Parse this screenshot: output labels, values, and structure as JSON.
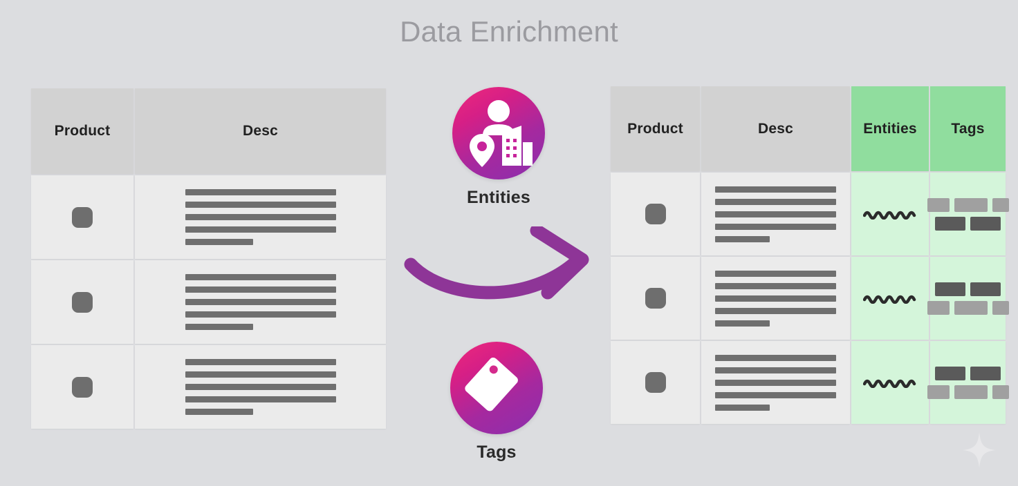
{
  "page": {
    "title": "Data Enrichment",
    "background_color": "#dcdde0",
    "title_color": "#9b9ba0"
  },
  "source_table": {
    "name": "source-table",
    "headers": [
      "Product",
      "Desc"
    ],
    "header_color": "#d2d2d2",
    "rows": [
      {
        "product": "product-swatch",
        "desc_lines": 5
      },
      {
        "product": "product-swatch",
        "desc_lines": 5
      },
      {
        "product": "product-swatch",
        "desc_lines": 5
      }
    ]
  },
  "enriched_table": {
    "name": "enriched-table",
    "headers": [
      "Product",
      "Desc",
      "Entities",
      "Tags"
    ],
    "header_color": "#d2d2d2",
    "enriched_header_color": "#90dd9e",
    "enriched_cell_color": "#d4f5da",
    "rows": [
      {
        "product": "product-swatch",
        "desc_lines": 5,
        "entities": "squiggle-mark",
        "tags": "light-over-dark"
      },
      {
        "product": "product-swatch",
        "desc_lines": 5,
        "entities": "squiggle-mark",
        "tags": "dark-over-light"
      },
      {
        "product": "product-swatch",
        "desc_lines": 5,
        "entities": "squiggle-mark",
        "tags": "dark-over-light"
      }
    ]
  },
  "enrichers": [
    {
      "id": "entities",
      "label": "Entities",
      "icon": "person-location-building-icon",
      "gradient_from": "#ef2a7b",
      "gradient_to": "#8b2fae"
    },
    {
      "id": "tags",
      "label": "Tags",
      "icon": "price-tag-icon",
      "gradient_from": "#ef2a7b",
      "gradient_to": "#8b2fae"
    }
  ],
  "arrow": {
    "name": "flow-arrow",
    "color": "#8e3597",
    "direction": "right"
  },
  "sparkle": {
    "name": "sparkle-icon",
    "color": "#e8e8ea"
  }
}
